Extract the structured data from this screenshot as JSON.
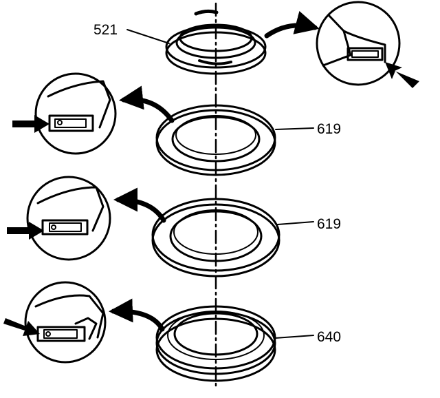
{
  "labels": {
    "top_ring": "521",
    "ring_2": "619",
    "ring_3": "619",
    "bottom_ring": "640"
  },
  "icons": {
    "detail_callout": "magnified-seal-detail",
    "pointer": "arrow-icon"
  },
  "colors": {
    "ink": "#000000",
    "paper": "#ffffff"
  }
}
